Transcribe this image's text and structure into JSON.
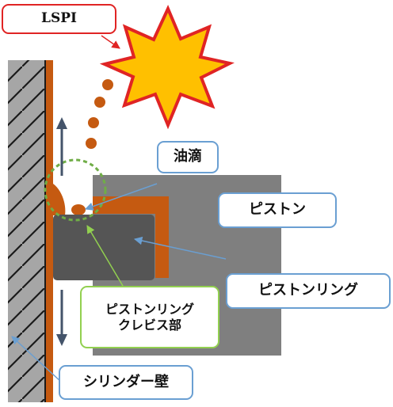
{
  "labels": {
    "lspi": "LSPI",
    "oil_droplet": "油滴",
    "piston": "ピストン",
    "piston_ring": "ピストンリング",
    "ring_crevice_line1": "ピストンリング",
    "ring_crevice_line2": "クレビス部",
    "cylinder_wall": "シリンダー壁"
  },
  "colors": {
    "wall_gray": "#a6a6a6",
    "oil_film_orange": "#c55a11",
    "piston_gray": "#7f7f7f",
    "ring_dark": "#555555",
    "flame_yellow": "#ffc000",
    "flame_red": "#e02424",
    "crevice_green": "#70ad47",
    "callout_blue": "#6a9fd2",
    "arrow_dark": "#44546a"
  },
  "icons": {
    "ignition": "explosion-burst-icon",
    "motion_up": "up-arrow-icon",
    "motion_down": "down-arrow-icon"
  }
}
